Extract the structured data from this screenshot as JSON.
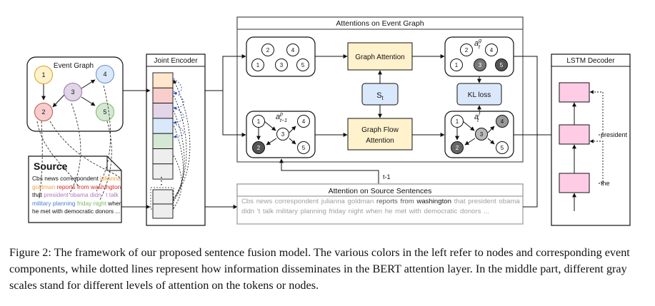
{
  "figure": {
    "event_graph": {
      "title": "Event Graph",
      "nodes": [
        {
          "label": "1",
          "fill": "#fff2cc",
          "stroke": "#d6a31e"
        },
        {
          "label": "2",
          "fill": "#f8cecc",
          "stroke": "#b85450"
        },
        {
          "label": "3",
          "fill": "#e1d5e7",
          "stroke": "#9673a6"
        },
        {
          "label": "4",
          "fill": "#dae8fc",
          "stroke": "#6c8ebf"
        },
        {
          "label": "5",
          "fill": "#d5e8d4",
          "stroke": "#82b366"
        }
      ]
    },
    "source": {
      "title": "Source",
      "lines": [
        [
          {
            "t": "Cbs news correspondent ",
            "c": "#111111"
          },
          {
            "t": "julianna",
            "c": "#e8a33c"
          }
        ],
        [
          {
            "t": "goldman ",
            "c": "#e8a33c"
          },
          {
            "t": "reports from washington",
            "c": "#d62728"
          }
        ],
        [
          {
            "t": "that ",
            "c": "#111111"
          },
          {
            "t": "president obama didn ' t talk",
            "c": "#b07ab8"
          }
        ],
        [
          {
            "t": "military planning ",
            "c": "#4a7fd1"
          },
          {
            "t": "friday night",
            "c": "#7cb85a"
          },
          {
            "t": " when",
            "c": "#111111"
          }
        ],
        [
          {
            "t": "he met with democratic donors ...",
            "c": "#111111"
          }
        ]
      ]
    },
    "joint_encoder": {
      "title": "Joint  Encoder",
      "cells": [
        "#ffe6cc",
        "#f8cecc",
        "#e1d5e7",
        "#dae8fc",
        "#d5e8d4",
        "#eeeeee",
        "#eeeeee"
      ],
      "ellipsis": "⋮"
    },
    "attentions_on_event_graph": {
      "title": "Attentions on Event Graph",
      "graph_attention": "Graph Attention",
      "graph_flow_attention": [
        "Graph Flow",
        "Attention"
      ],
      "st": "S",
      "st_sub": "t",
      "kl_loss": "KL loss",
      "a_prev": "a",
      "a_prev_sup": "p",
      "a_prev_sub": "t−1",
      "a_g": "a",
      "a_g_sup": "g",
      "a_g_sub": "t",
      "a_f": "a",
      "a_f_sup": "f",
      "a_f_sub": "t",
      "top_left_nodes": [
        "2",
        "4",
        "1",
        "3",
        "5"
      ],
      "bottom_left_nodes": [
        "1",
        "3",
        "4",
        "2",
        "5"
      ],
      "top_right_nodes": [
        "2",
        "4",
        "1",
        "3",
        "5"
      ],
      "bottom_right_nodes": [
        "1",
        "3",
        "4",
        "2",
        "5"
      ],
      "t_minus_1": "t-1"
    },
    "attention_on_source": {
      "title": "Attention on Source Sentences",
      "tokens": [
        {
          "t": "Cbs news correspondent julianna goldman ",
          "c": "#a0a0a0"
        },
        {
          "t": "reports from ",
          "c": "#555555"
        },
        {
          "t": "washington",
          "c": "#111111"
        },
        {
          "t": " that president obama didn 't talk military planning friday night when he met with democratic donors ...",
          "c": "#a0a0a0"
        }
      ]
    },
    "lstm_decoder": {
      "title": "LSTM Decoder",
      "word_top": "president",
      "word_bottom": "the"
    }
  },
  "caption": "Figure 2: The framework of our proposed sentence fusion model. The various colors in the left refer to nodes and corresponding event components, while dotted lines represent how information disseminates in the BERT attention layer. In the middle part, different gray scales stand for different levels of attention on the tokens or nodes."
}
